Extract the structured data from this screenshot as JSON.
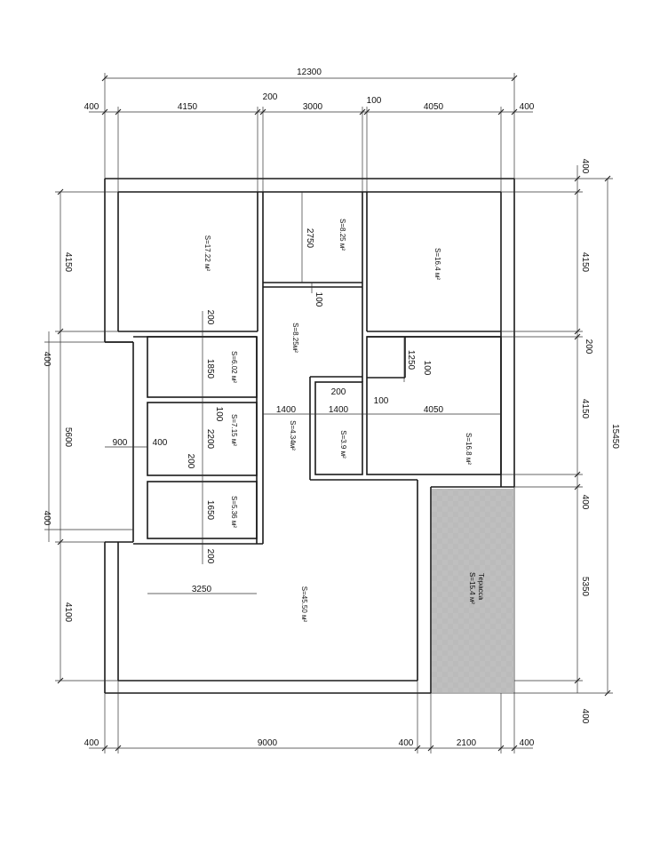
{
  "dimensions": {
    "overall_width": "12300",
    "overall_height": "15450",
    "top": [
      "400",
      "4150",
      "200",
      "3000",
      "100",
      "4050",
      "400"
    ],
    "bottom": [
      "400",
      "9000",
      "400",
      "2100",
      "400"
    ],
    "left": [
      "4150",
      "400",
      "5600",
      "400",
      "4100"
    ],
    "right": [
      "400",
      "4150",
      "200",
      "4150",
      "400",
      "5350",
      "400"
    ],
    "inner": {
      "d2750": "2750",
      "d100a": "100",
      "d200a": "200",
      "d1850": "1850",
      "d100b": "100",
      "d2200": "2200",
      "d200b": "200",
      "d1650": "1650",
      "d200c": "200",
      "d3250": "3250",
      "d900": "900",
      "d400": "400",
      "d1400a": "1400",
      "d1400b": "1400",
      "d200d": "200",
      "d100c": "100",
      "d4050": "4050",
      "d1250": "1250",
      "d100d": "100"
    }
  },
  "rooms": {
    "r1": "S=17.22 м²",
    "r2": "S=8.25 м²",
    "r3": "S=16.4 м²",
    "r4": "S=8.25м²",
    "r5": "S=6.02 м²",
    "r6": "S=7.15 м²",
    "r7": "S=4.34м²",
    "r8": "S=3.9 м²",
    "r9": "S=16.8 м²",
    "r10": "S=5.36 м²",
    "r11": "S=45.50 м²",
    "terrace_name": "Терасса",
    "terrace_area": "S=15.4 м²"
  },
  "colors": {
    "line": "#1a1a1a",
    "background": "#ffffff",
    "hatch": "#555555"
  }
}
